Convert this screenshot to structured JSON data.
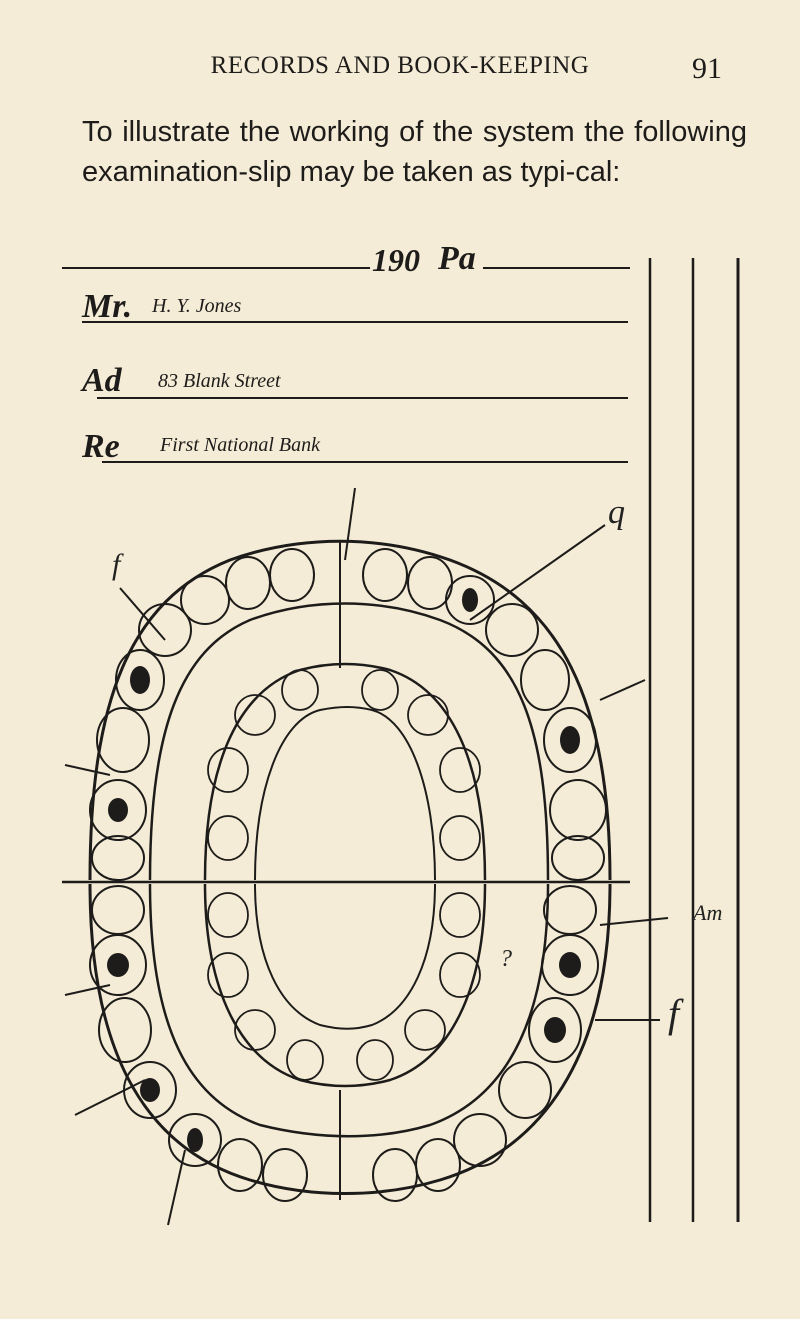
{
  "header": {
    "running_head": "RECORDS AND BOOK-KEEPING",
    "page_number": "91"
  },
  "intro_text": "To illustrate the working of the system the following examination-slip may be taken as typi-cal:",
  "slip": {
    "year": "190",
    "pa_label": "Pa",
    "mr_prefix": "Mr.",
    "name": "H. Y. Jones",
    "address_prefix": "Ad",
    "address": "83 Blank Street",
    "ref_prefix": "Re",
    "reference": "First National Bank"
  },
  "annotations": {
    "upper_left": "f",
    "upper_right": "q",
    "lower_left_q": "?",
    "right_note": "Am",
    "right_mark": "f"
  }
}
